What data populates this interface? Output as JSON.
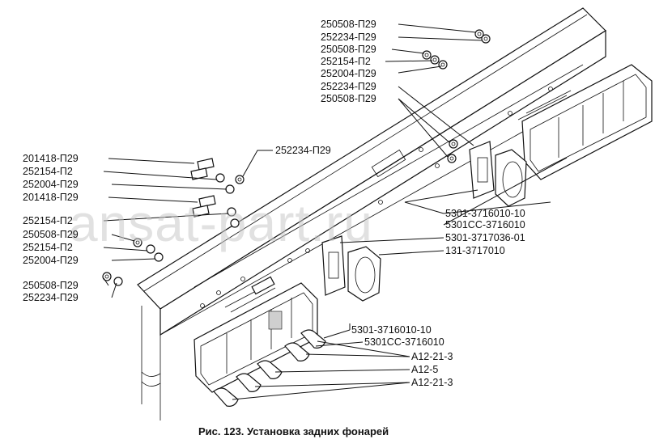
{
  "watermark": "ansat-part.ru",
  "caption": "Рис. 123. Установка задних фонарей",
  "labels": {
    "top_1": "250508-П29",
    "top_2": "252234-П29",
    "top_3": "250508-П29",
    "top_4": "252154-П2",
    "top_5": "252004-П29",
    "top_6": "252234-П29",
    "top_7": "250508-П29",
    "mid_nut": "252234-П29",
    "left_1": "201418-П29",
    "left_2": "252154-П2",
    "left_3": "252004-П29",
    "left_4": "201418-П29",
    "left_5": "252154-П2",
    "left_6": "250508-П29",
    "left_7": "252154-П2",
    "left_8": "252004-П29",
    "left_9": "250508-П29",
    "left_10": "252234-П29",
    "right_1": "5301-3716010-10",
    "right_2": "5301СС-3716010",
    "right_3": "5301-3717036-01",
    "right_4": "131-3717010",
    "bottom_1": "5301-3716010-10",
    "bottom_2": "5301СС-3716010",
    "bottom_3": "А12-21-3",
    "bottom_4": "А12-5",
    "bottom_5": "А12-21-3"
  }
}
